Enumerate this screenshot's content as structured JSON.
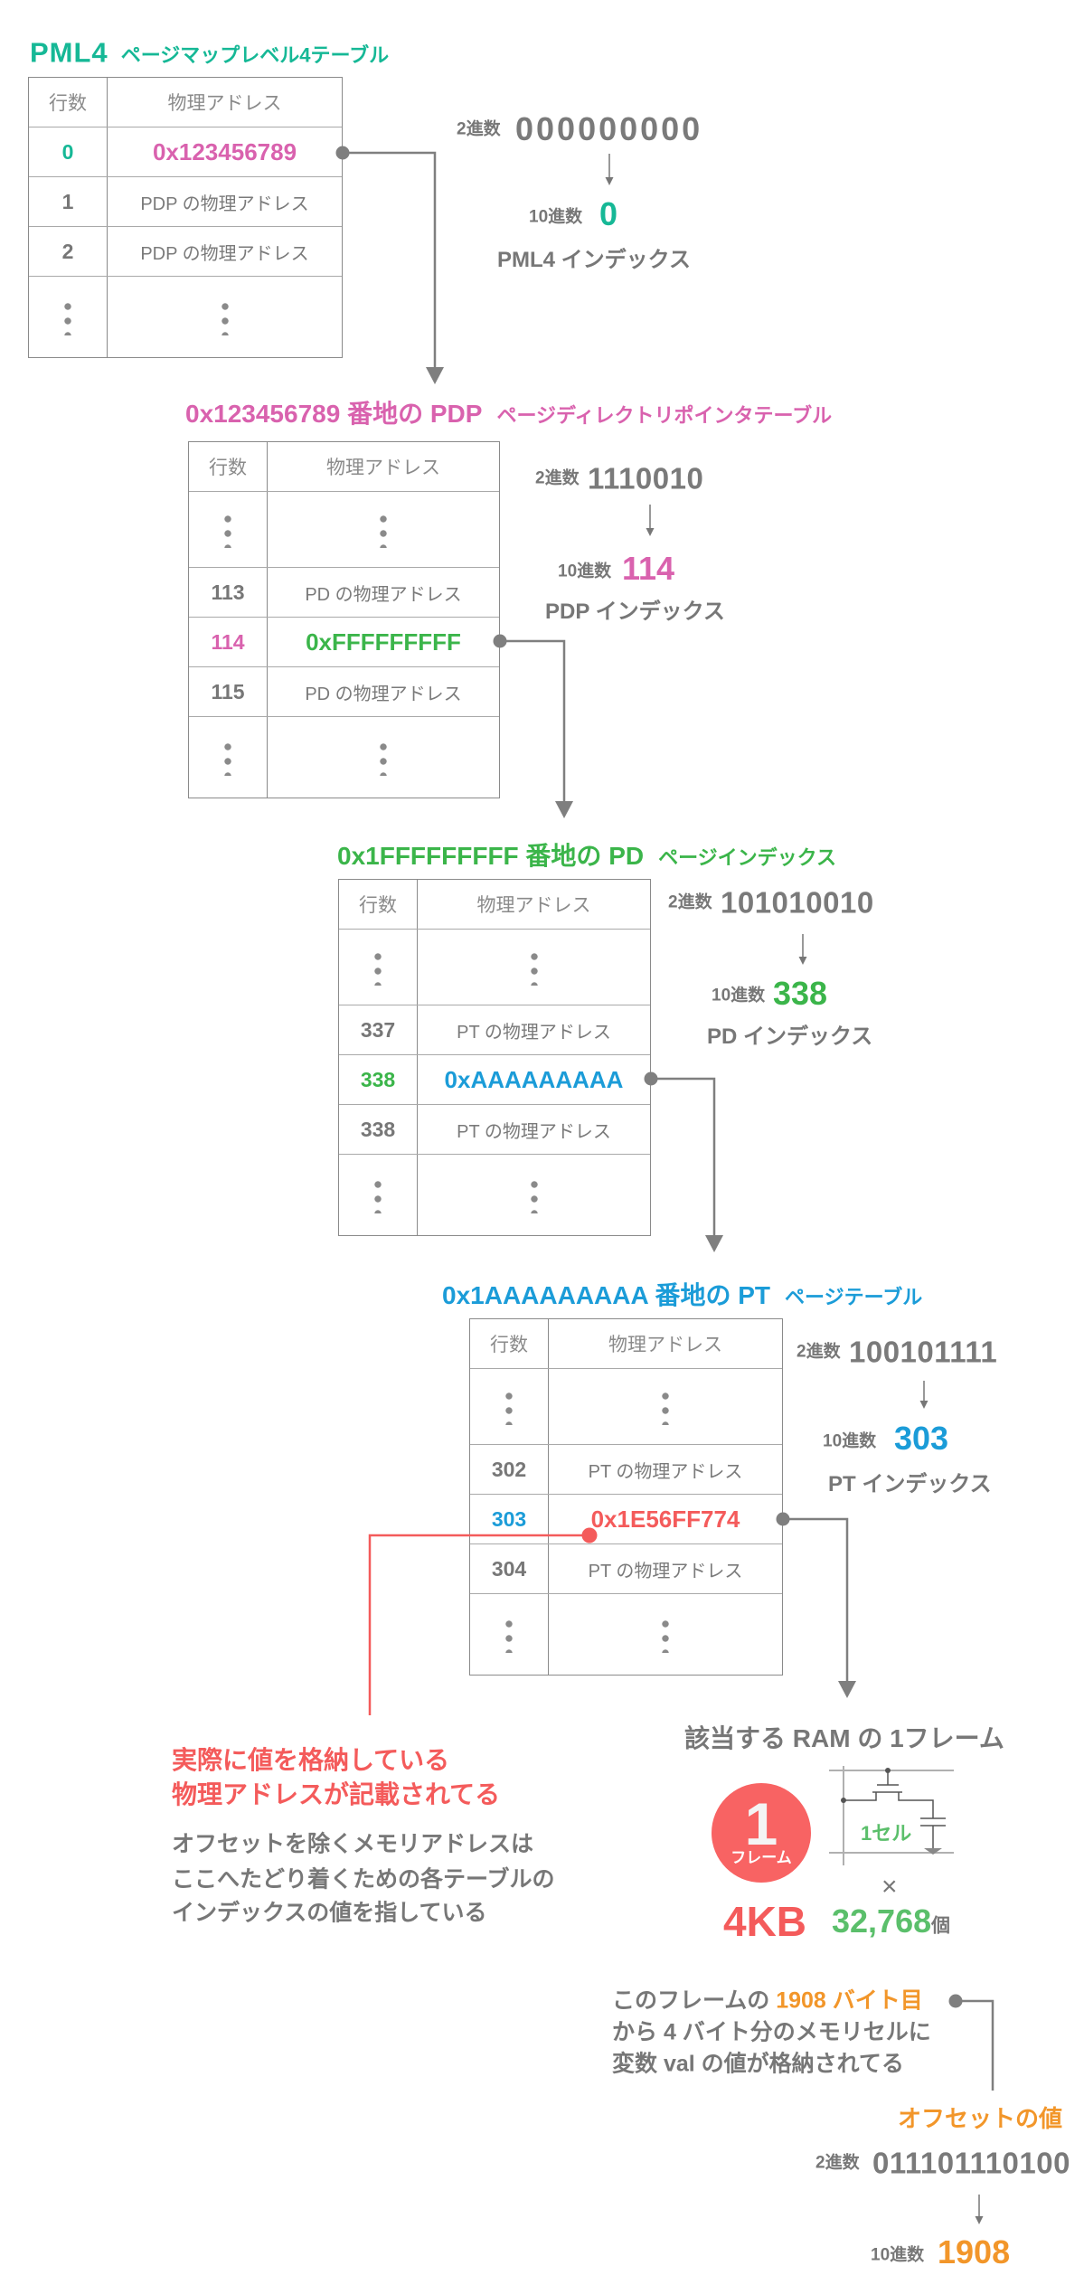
{
  "colors": {
    "pml4": "#16b896",
    "pdp": "#d962ae",
    "pd": "#3bb54a",
    "pt": "#1b9cd8",
    "physical_address": "#f45b5b",
    "offset": "#f2962a",
    "cell": "#5bbf6b",
    "text_gray": "#777777",
    "badge": "#f86363"
  },
  "sections": [
    {
      "title_main": "PML4",
      "title_sub": "ページマップレベル4テーブル",
      "table": {
        "headers": [
          "行数",
          "物理アドレス"
        ],
        "rows": [
          {
            "index": "0",
            "address": "0x123456789",
            "selected": true
          },
          {
            "index": "1",
            "address": "PDP の物理アドレス"
          },
          {
            "index": "2",
            "address": "PDP の物理アドレス"
          },
          {
            "ellipsis": true
          }
        ]
      },
      "binary_label": "2進数",
      "binary_value": "000000000",
      "decimal_label": "10進数",
      "decimal_value": "0",
      "index_label": "PML4 インデックス"
    },
    {
      "title_main": "0x123456789 番地の PDP",
      "title_sub": "ページディレクトリポインタテーブル",
      "table": {
        "headers": [
          "行数",
          "物理アドレス"
        ],
        "rows": [
          {
            "ellipsis": true
          },
          {
            "index": "113",
            "address": "PD の物理アドレス"
          },
          {
            "index": "114",
            "address": "0xFFFFFFFFF",
            "selected": true
          },
          {
            "index": "115",
            "address": "PD の物理アドレス"
          },
          {
            "ellipsis": true
          }
        ]
      },
      "binary_label": "2進数",
      "binary_value": "1110010",
      "decimal_label": "10進数",
      "decimal_value": "114",
      "index_label": "PDP インデックス"
    },
    {
      "title_main": "0x1FFFFFFFFF 番地の PD",
      "title_sub": "ページインデックス",
      "table": {
        "headers": [
          "行数",
          "物理アドレス"
        ],
        "rows": [
          {
            "ellipsis": true
          },
          {
            "index": "337",
            "address": "PT の物理アドレス"
          },
          {
            "index": "338",
            "address": "0xAAAAAAAAA",
            "selected": true
          },
          {
            "index": "338",
            "address": "PT の物理アドレス"
          },
          {
            "ellipsis": true
          }
        ]
      },
      "binary_label": "2進数",
      "binary_value": "101010010",
      "decimal_label": "10進数",
      "decimal_value": "338",
      "index_label": "PD インデックス"
    },
    {
      "title_main": "0x1AAAAAAAAA 番地の PT",
      "title_sub": "ページテーブル",
      "table": {
        "headers": [
          "行数",
          "物理アドレス"
        ],
        "rows": [
          {
            "ellipsis": true
          },
          {
            "index": "302",
            "address": "PT の物理アドレス"
          },
          {
            "index": "303",
            "address": "0x1E56FF774",
            "selected": true
          },
          {
            "index": "304",
            "address": "PT の物理アドレス"
          },
          {
            "ellipsis": true
          }
        ]
      },
      "binary_label": "2進数",
      "binary_value": "100101111",
      "decimal_label": "10進数",
      "decimal_value": "303",
      "index_label": "PT インデックス"
    }
  ],
  "physical_note": {
    "lines": [
      "実際に値を格納している",
      "物理アドレスが記載されてる"
    ]
  },
  "index_note": {
    "lines": [
      "オフセットを除くメモリアドレスは",
      "ここへたどり着くための各テーブルの",
      "インデックスの値を指している"
    ]
  },
  "ram_frame": {
    "title": "該当する RAM の 1フレーム",
    "badge_number": "1",
    "badge_label": "フレーム",
    "cell_label": "1セル",
    "times": "×",
    "frame_size": "4KB",
    "cell_count": "32,768",
    "cell_count_unit": "個"
  },
  "offset": {
    "description": {
      "line1_prefix": "このフレームの ",
      "line1_highlight": "1908 バイト目",
      "line2": "から 4 バイト分のメモリセルに",
      "line3": "変数 val の値が格納されてる"
    },
    "label": "オフセットの値",
    "binary_label": "2進数",
    "binary_value": "011101110100",
    "decimal_label": "10進数",
    "decimal_value": "1908"
  }
}
